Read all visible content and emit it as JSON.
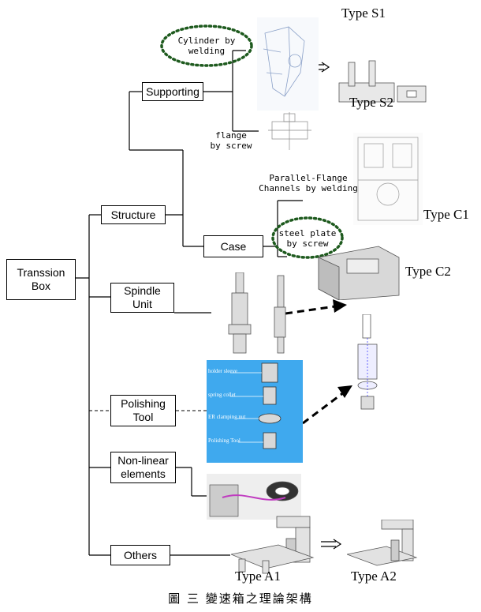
{
  "root": {
    "label": "Transsion\nBox"
  },
  "nodes": {
    "supporting": "Supporting",
    "structure": "Structure",
    "case": "Case",
    "spindle": "Spindle\nUnit",
    "polishing": "Polishing\nTool",
    "nonlinear": "Non-linear\nelements",
    "others": "Others"
  },
  "labels": {
    "cylinder": "Cylinder by\nwelding",
    "flange": "flange\nby screw",
    "parallel": "Parallel-Flange\nChannels by welding",
    "steel": "steel plate\nby screw"
  },
  "types": {
    "s1": "Type S1",
    "s2": "Type S2",
    "c1": "Type C1",
    "c2": "Type C2",
    "a1": "Type A1",
    "a2": "Type A2"
  },
  "tool_labels": {
    "sleeve": "holder sleeve",
    "collet": "spring collet",
    "nut": "ER clamping nut",
    "tool": "Polishing Tool"
  },
  "caption": "圖 三 變速箱之理論架構",
  "colors": {
    "panel": "#3fa9ee",
    "dotted_ellipse": "#1e5a1e"
  }
}
